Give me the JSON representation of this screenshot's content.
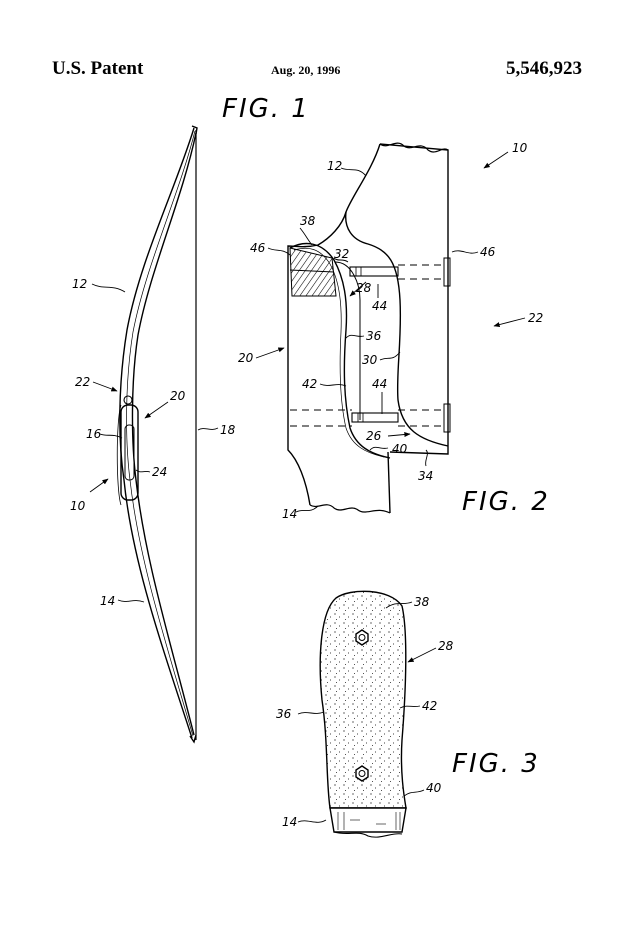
{
  "header": {
    "left": "U.S. Patent",
    "date": "Aug. 20, 1996",
    "patent_number": "5,546,923"
  },
  "figures": {
    "fig1": {
      "title": "FIG. 1",
      "refs": {
        "r12": "12",
        "r22": "22",
        "r20": "20",
        "r16": "16",
        "r24": "24",
        "r10": "10",
        "r18": "18",
        "r14": "14"
      }
    },
    "fig2": {
      "title": "FIG. 2",
      "refs": {
        "r10": "10",
        "r12": "12",
        "r38": "38",
        "r46a": "46",
        "r32": "32",
        "r46b": "46",
        "r28": "28",
        "r44a": "44",
        "r22": "22",
        "r36": "36",
        "r20": "20",
        "r30": "30",
        "r42": "42",
        "r44b": "44",
        "r26": "26",
        "r40": "40",
        "r34": "34",
        "r14": "14"
      }
    },
    "fig3": {
      "title": "FIG. 3",
      "refs": {
        "r38": "38",
        "r28": "28",
        "r36": "36",
        "r42": "42",
        "r40": "40",
        "r14": "14"
      }
    }
  }
}
